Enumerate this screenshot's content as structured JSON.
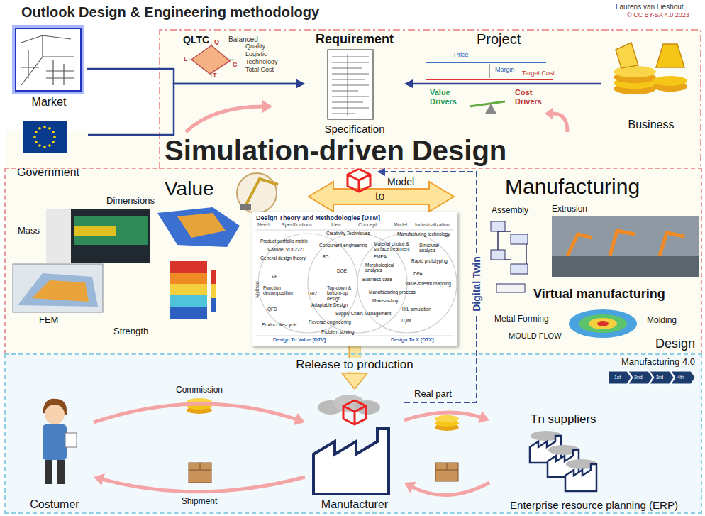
{
  "diagram": {
    "title": "Outlook Design & Engineering methodology",
    "nodes": [
      {
        "text": [
          "Market"
        ]
      },
      {
        "text": [
          "Government"
        ]
      },
      {
        "text": [
          "Requirement",
          "Specification"
        ]
      },
      {
        "text": [
          "Business"
        ]
      },
      {
        "text": [
          "Model"
        ]
      },
      {
        "text": [
          "Design"
        ]
      },
      {
        "text": [
          "Design Theory and Methodologies [DTM]"
        ],
        "in": 5
      },
      {
        "text": [
          "Manufacturing 4.0"
        ]
      },
      {
        "text": [
          "Costumer"
        ],
        "in": 7
      },
      {
        "text": [
          "Manufacturer"
        ],
        "in": 7
      },
      {
        "text": [
          "Tn suppliers",
          "Enterprise resource planning (ERP)"
        ],
        "in": 7
      }
    ],
    "edges": [
      {
        "from": 0,
        "to": 2,
        "arrow": "to"
      },
      {
        "from": 1,
        "to": 2,
        "arrow": "to"
      },
      {
        "from": 3,
        "to": 2,
        "arrow": "to"
      },
      {
        "from": 6,
        "to": 9,
        "arrow": "to",
        "label": "Release to production"
      },
      {
        "from": 9,
        "to": 4,
        "arrow": "to",
        "label": "Digital Twin"
      },
      {
        "from": 8,
        "to": 9,
        "arrow": "to",
        "label": "Commission"
      },
      {
        "from": 9,
        "to": 8,
        "arrow": "to",
        "label": "Shipment"
      },
      {
        "from": 9,
        "to": 10,
        "arrow": "to"
      },
      {
        "from": 10,
        "to": 9,
        "arrow": "to"
      }
    ],
    "labels": [
      "Laurens van Lieshout",
      "© CC BY-SA 4.0 2023",
      "QLTC",
      "Balanced",
      "Q",
      "L",
      "T",
      "C",
      "Quality",
      "Logistic",
      "Technology",
      "Total Cost",
      "Project",
      "Price",
      "Margin",
      "Target Cost",
      "Value Drivers",
      "Cost Drivers",
      "Simulation-driven Design",
      "Value",
      "to",
      "Manufacturing",
      "Dimensions",
      "Mass",
      "FEM",
      "Strength",
      "Assembly",
      "Extrusion",
      "Virtual manufacturing",
      "Metal Forming",
      "Molding",
      "MOULD FLOW",
      "Real part",
      "1st",
      "2nd",
      "3rd",
      "4th",
      "Need",
      "Specifications",
      "Idea",
      "Concept",
      "Model",
      "Industrialization",
      "Creativity Techniques",
      "Product portfolio matrix",
      "Manufacturing technology",
      "V-Model VDI 2221",
      "Concurrent engineering",
      "Material choice & surface treatment",
      "Structural analysis",
      "General design theory",
      "8D",
      "FMEA",
      "Morphological analysis",
      "Rapid prototyping",
      "DOE",
      "Business case",
      "DFA",
      "Value-stream mapping",
      "VE",
      "Function decomposition",
      "TRIZ",
      "Top-down & bottom-up design",
      "Manufacturing process",
      "Adaptable Design",
      "Make-or-buy",
      "QFD",
      "Supply Chain Management",
      "HIL simulation",
      "Reverse engineering",
      "TQM",
      "Product life-cycle",
      "Problem solving",
      "Design To Value [DTV]",
      "Design To X [DTX]",
      "Method"
    ]
  }
}
